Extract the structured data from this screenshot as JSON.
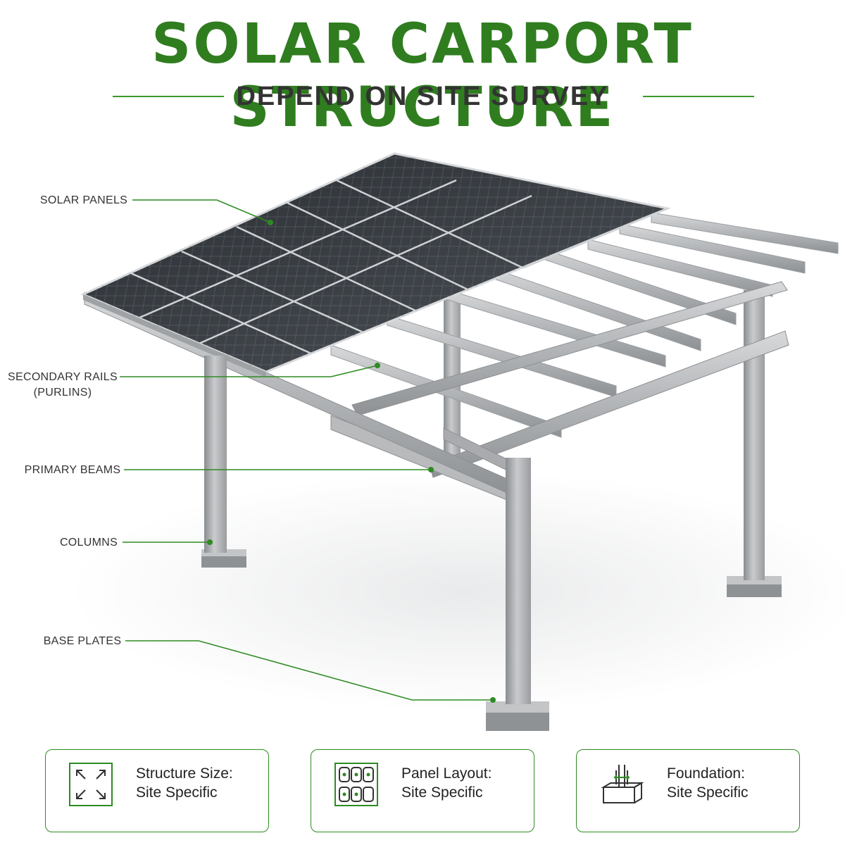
{
  "header": {
    "title": "SOLAR CARPORT STRUCTURE",
    "subtitle": "DEPEND ON SITE SURVEY"
  },
  "colors": {
    "accent": "#2e8b22",
    "title": "#2f7d1f",
    "subtitle": "#333333",
    "rule": "#3a9a2a"
  },
  "labels": {
    "solar_panels": "SOLAR PANELS",
    "secondary_rails_1": "SECONDARY RAILS",
    "secondary_rails_2": "(PURLINS)",
    "primary_beams": "PRIMARY BEAMS",
    "columns": "COLUMNS",
    "base_plates": "BASE PLATES"
  },
  "cards": [
    {
      "icon": "expand-arrows-icon",
      "line1": "Structure Size:",
      "line2": "Site Specific"
    },
    {
      "icon": "panel-grid-icon",
      "line1": "Panel Layout:",
      "line2": "Site Specific"
    },
    {
      "icon": "foundation-anchor-icon",
      "line1": "Foundation:",
      "line2": "Site Specific"
    }
  ]
}
